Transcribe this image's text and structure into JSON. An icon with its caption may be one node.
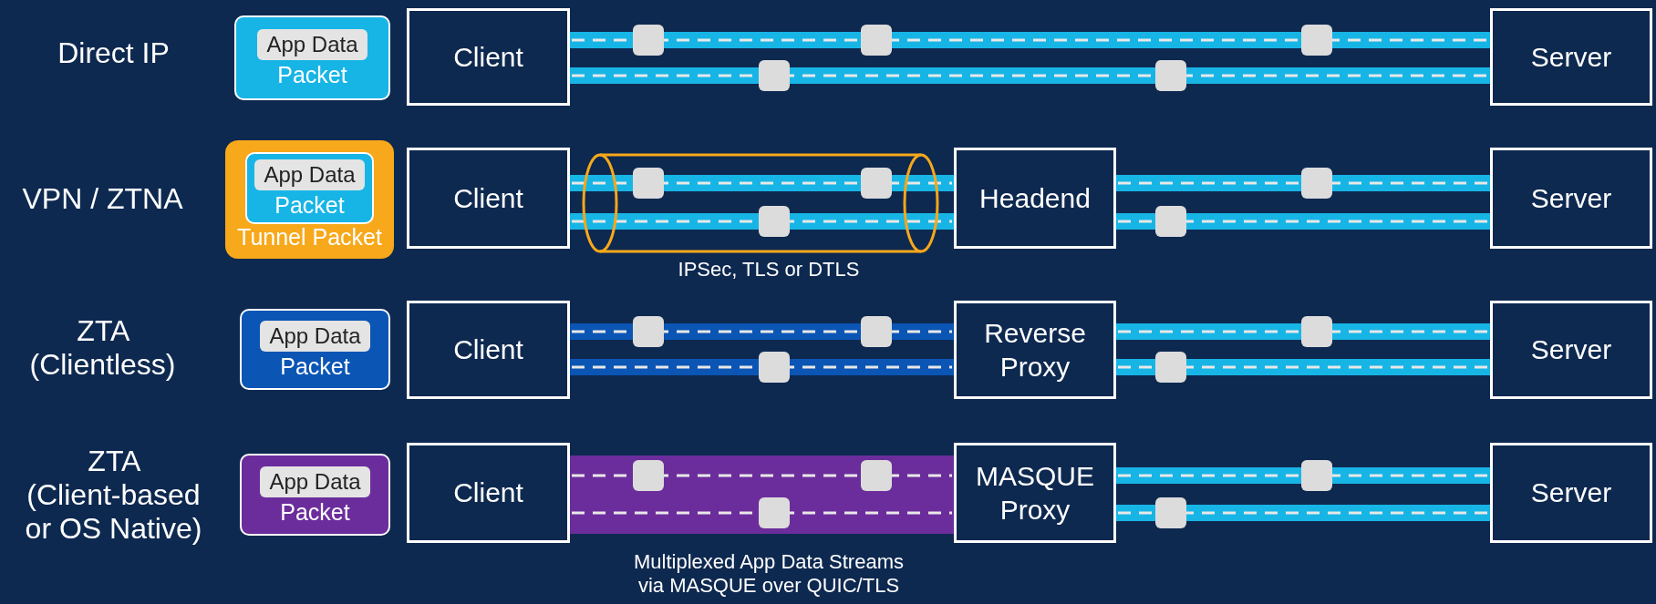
{
  "diagram": {
    "nodes": [
      {
        "text": [
          "Packet"
        ]
      },
      {
        "text": [
          "App Data"
        ],
        "in": 0
      },
      {
        "text": [
          "Client"
        ]
      },
      {
        "text": [
          "Server"
        ]
      },
      {
        "text": [
          "Tunnel Packet"
        ]
      },
      {
        "text": [
          "Packet"
        ],
        "in": 4
      },
      {
        "text": [
          "App Data"
        ],
        "in": 5
      },
      {
        "text": [
          "Client"
        ]
      },
      {
        "text": [
          "Headend"
        ]
      },
      {
        "text": [
          "Server"
        ]
      },
      {
        "text": [
          "Packet"
        ]
      },
      {
        "text": [
          "App Data"
        ],
        "in": 10
      },
      {
        "text": [
          "Client"
        ]
      },
      {
        "text": [
          "Reverse Proxy"
        ]
      },
      {
        "text": [
          "Server"
        ]
      },
      {
        "text": [
          "Packet"
        ]
      },
      {
        "text": [
          "App Data"
        ],
        "in": 15
      },
      {
        "text": [
          "Client"
        ]
      },
      {
        "text": [
          "MASQUE Proxy"
        ]
      },
      {
        "text": [
          "Server"
        ]
      }
    ],
    "edges": [
      {
        "from": 2,
        "to": 3,
        "arrow": "none",
        "style": "dashed"
      },
      {
        "from": 2,
        "to": 3,
        "arrow": "none",
        "style": "dashed"
      },
      {
        "from": 7,
        "to": 8,
        "arrow": "none",
        "style": "dashed"
      },
      {
        "from": 7,
        "to": 8,
        "arrow": "none",
        "style": "dashed"
      },
      {
        "from": 8,
        "to": 9,
        "arrow": "none",
        "style": "dashed"
      },
      {
        "from": 8,
        "to": 9,
        "arrow": "none",
        "style": "dashed"
      },
      {
        "from": 12,
        "to": 13,
        "arrow": "none",
        "style": "dashed"
      },
      {
        "from": 12,
        "to": 13,
        "arrow": "none",
        "style": "dashed"
      },
      {
        "from": 13,
        "to": 14,
        "arrow": "none",
        "style": "dashed"
      },
      {
        "from": 13,
        "to": 14,
        "arrow": "none",
        "style": "dashed"
      },
      {
        "from": 17,
        "to": 18,
        "arrow": "none",
        "style": "dashed"
      },
      {
        "from": 17,
        "to": 18,
        "arrow": "none",
        "style": "dashed"
      },
      {
        "from": 18,
        "to": 19,
        "arrow": "none",
        "style": "dashed"
      },
      {
        "from": 18,
        "to": 19,
        "arrow": "none",
        "style": "dashed"
      }
    ],
    "labels": [
      "Direct IP",
      "VPN / ZTNA",
      "IPSec, TLS or DTLS",
      "ZTA (Clientless)",
      "ZTA (Client-based or OS Native)",
      "Multiplexed App Data Streams via MASQUE over QUIC/TLS"
    ]
  }
}
